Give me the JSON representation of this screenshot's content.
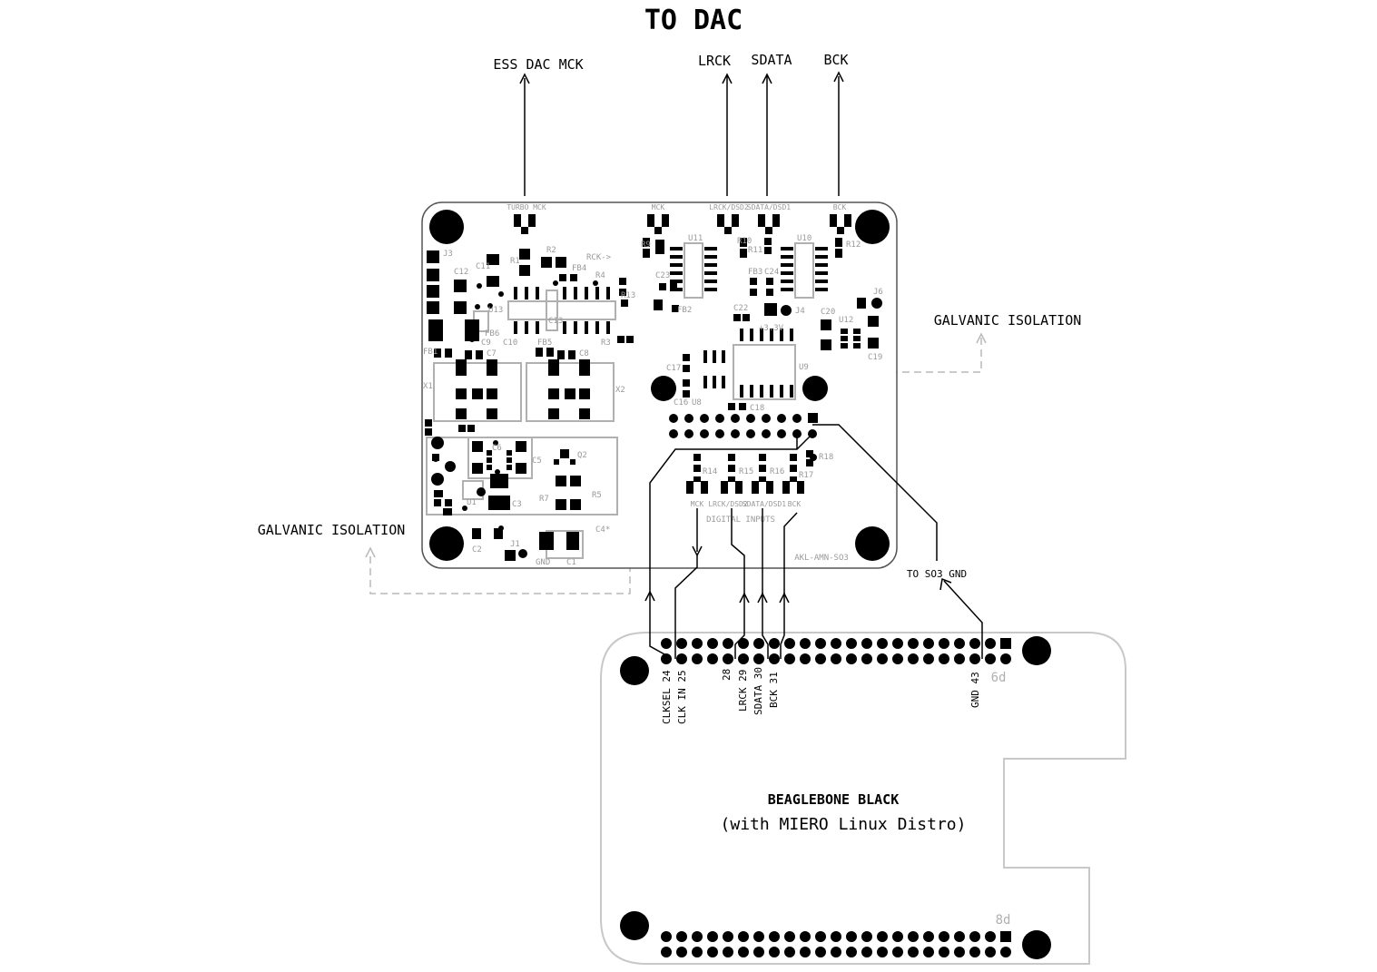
{
  "title": "TO DAC",
  "signals_top": [
    "ESS DAC MCK",
    "LRCK",
    "SDATA",
    "BCK"
  ],
  "isolation_label": "GALVANIC ISOLATION",
  "gnd_label": "TO SO3 GND",
  "board_id": "AKL-AMN-SO3",
  "digital_inputs_label": "DIGITAL INPUTS",
  "top_connectors": [
    "TURBO MCK",
    "MCK",
    "LRCK/DSD2",
    "SDATA/DSD1",
    "BCK"
  ],
  "bottom_connectors": [
    "MCK",
    "LRCK/DSD2",
    "SDATA/DSD1",
    "BCK"
  ],
  "components": [
    "U11",
    "U10",
    "U9",
    "U8",
    "U12",
    "U13",
    "U1",
    "X1",
    "X2",
    "Q2",
    "J1",
    "J3",
    "J4",
    "R1",
    "R2",
    "R3",
    "R4",
    "R5",
    "R7",
    "R9",
    "R10",
    "R11",
    "R12",
    "R13",
    "R14",
    "R15",
    "R16",
    "R17",
    "R18",
    "C1",
    "C2",
    "C3",
    "C4*",
    "C5",
    "C6",
    "C7",
    "C8",
    "C9",
    "C10",
    "C11",
    "C12",
    "C13",
    "C16",
    "C17",
    "C18",
    "C19",
    "C20",
    "C22",
    "C23",
    "C24",
    "FB1",
    "FB2",
    "FB3",
    "FB4",
    "FB5",
    "FB6",
    "J6",
    "GND",
    "RCK->",
    "+3.3V"
  ],
  "beaglebone": {
    "name": "BEAGLEBONE BLACK",
    "subtitle": "(with MIERO Linux Distro)",
    "header_top": "6d",
    "header_bottom": "8d",
    "pins": [
      {
        "label": "CLKSEL 24"
      },
      {
        "label": "CLK IN 25"
      },
      {
        "label": "28"
      },
      {
        "label": "LRCK 29"
      },
      {
        "label": "SDATA 30"
      },
      {
        "label": "BCK 31"
      },
      {
        "label": "GND 43"
      }
    ]
  }
}
